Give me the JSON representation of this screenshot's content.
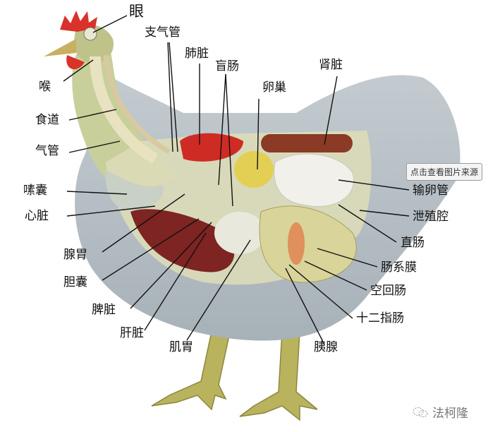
{
  "labels": {
    "eye": "眼",
    "bronchus": "支气管",
    "lung": "肺脏",
    "cecum": "盲肠",
    "ovary": "卵巢",
    "kidney": "肾脏",
    "larynx": "喉",
    "esophagus": "食道",
    "trachea": "气管",
    "crop": "嗉囊",
    "heart": "心脏",
    "oviduct": "输卵管",
    "cloaca": "泄殖腔",
    "rectum": "直肠",
    "mesentery": "肠系膜",
    "jejunum_ileum": "空回肠",
    "duodenum": "十二指肠",
    "proventriculus": "腺胃",
    "gallbladder": "胆囊",
    "spleen": "脾脏",
    "liver": "肝脏",
    "gizzard": "肌胃",
    "pancreas": "胰腺"
  },
  "source_button": "点击查看图片来源",
  "watermark": "法柯隆",
  "colors": {
    "body": "#aeb7bd",
    "comb": "#d8322a",
    "legs": "#b8b060",
    "organ_red": "#8a2a28",
    "intestine": "#d8d49a"
  }
}
